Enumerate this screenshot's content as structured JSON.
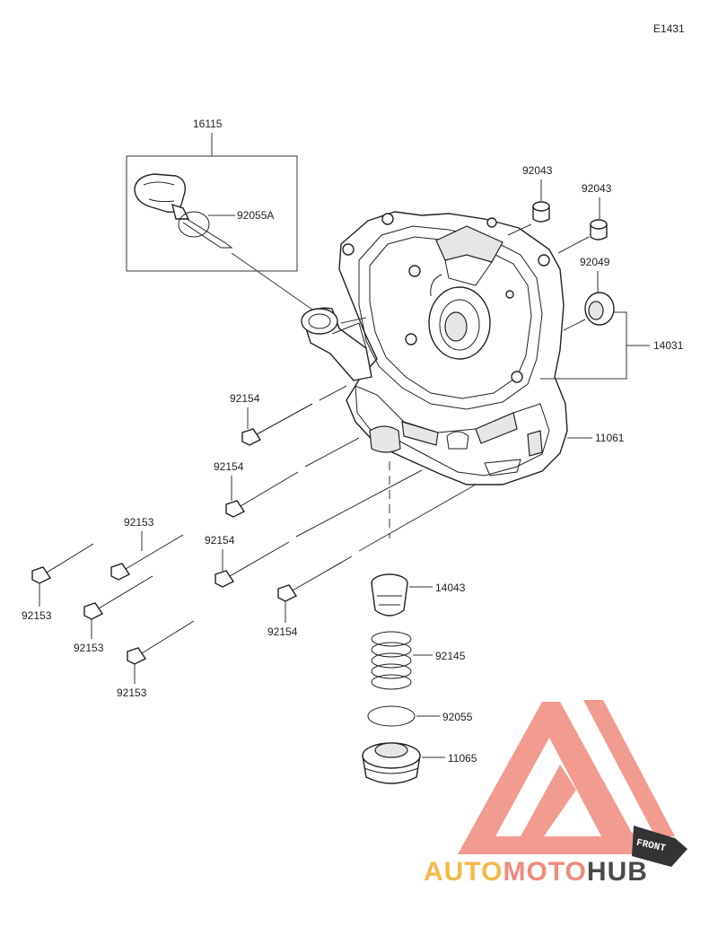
{
  "diagram": {
    "code": "E1431",
    "labels": {
      "p16115": "16115",
      "p92055A": "92055A",
      "p92043a": "92043",
      "p92043b": "92043",
      "p92049": "92049",
      "p14031": "14031",
      "p11061": "11061",
      "p92154a": "92154",
      "p92154b": "92154",
      "p92154c": "92154",
      "p92154d": "92154",
      "p92153a": "92153",
      "p92153b": "92153",
      "p92153c": "92153",
      "p92153d": "92153",
      "p14043": "14043",
      "p92145": "92145",
      "p92055": "92055",
      "p11065": "11065"
    }
  },
  "watermark": {
    "auto": "AUTO",
    "moto": "MOTO",
    "hub": "HUB",
    "front_badge": "FRONT",
    "colors": {
      "primary": "#f08a7e",
      "auto": "#f5b84a",
      "moto": "#f08a7e",
      "hub": "#4a4a4a"
    }
  }
}
